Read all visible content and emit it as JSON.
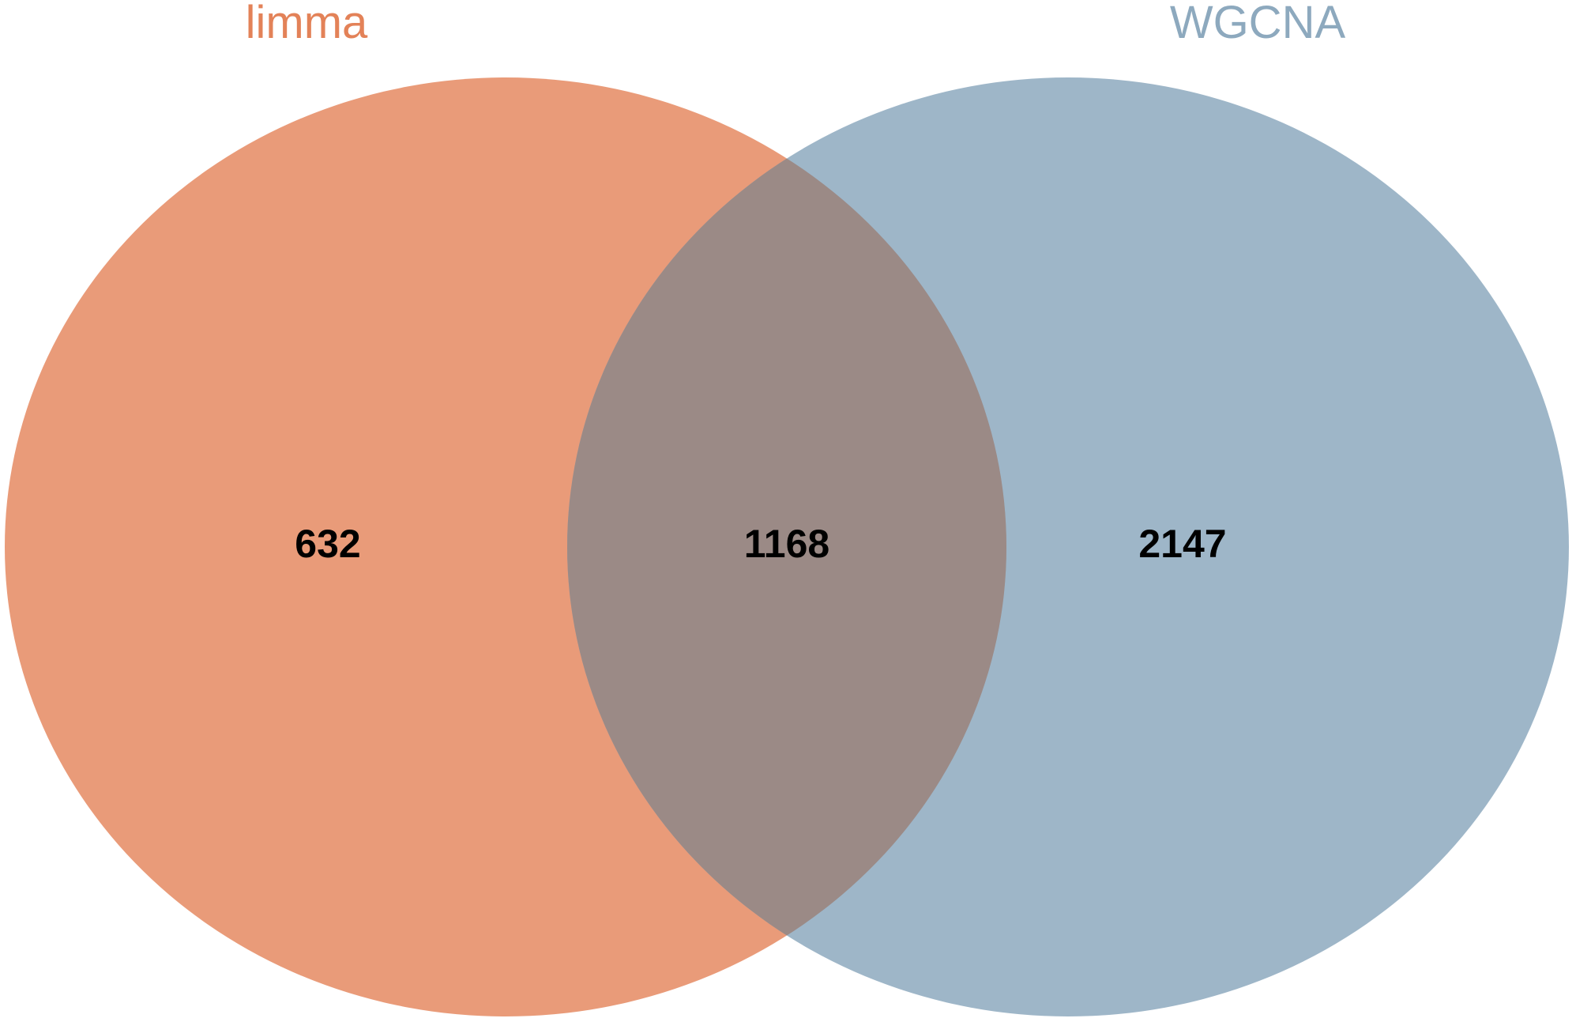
{
  "venn": {
    "sets": [
      {
        "name": "limma",
        "color": "#E38258"
      },
      {
        "name": "WGCNA",
        "color": "#8DA9BE"
      }
    ],
    "regions": {
      "limma_only": "632",
      "intersection": "1168",
      "wgcna_only": "2147"
    },
    "overlap_color": "#9B8A86",
    "background": "#FFFFFF"
  }
}
